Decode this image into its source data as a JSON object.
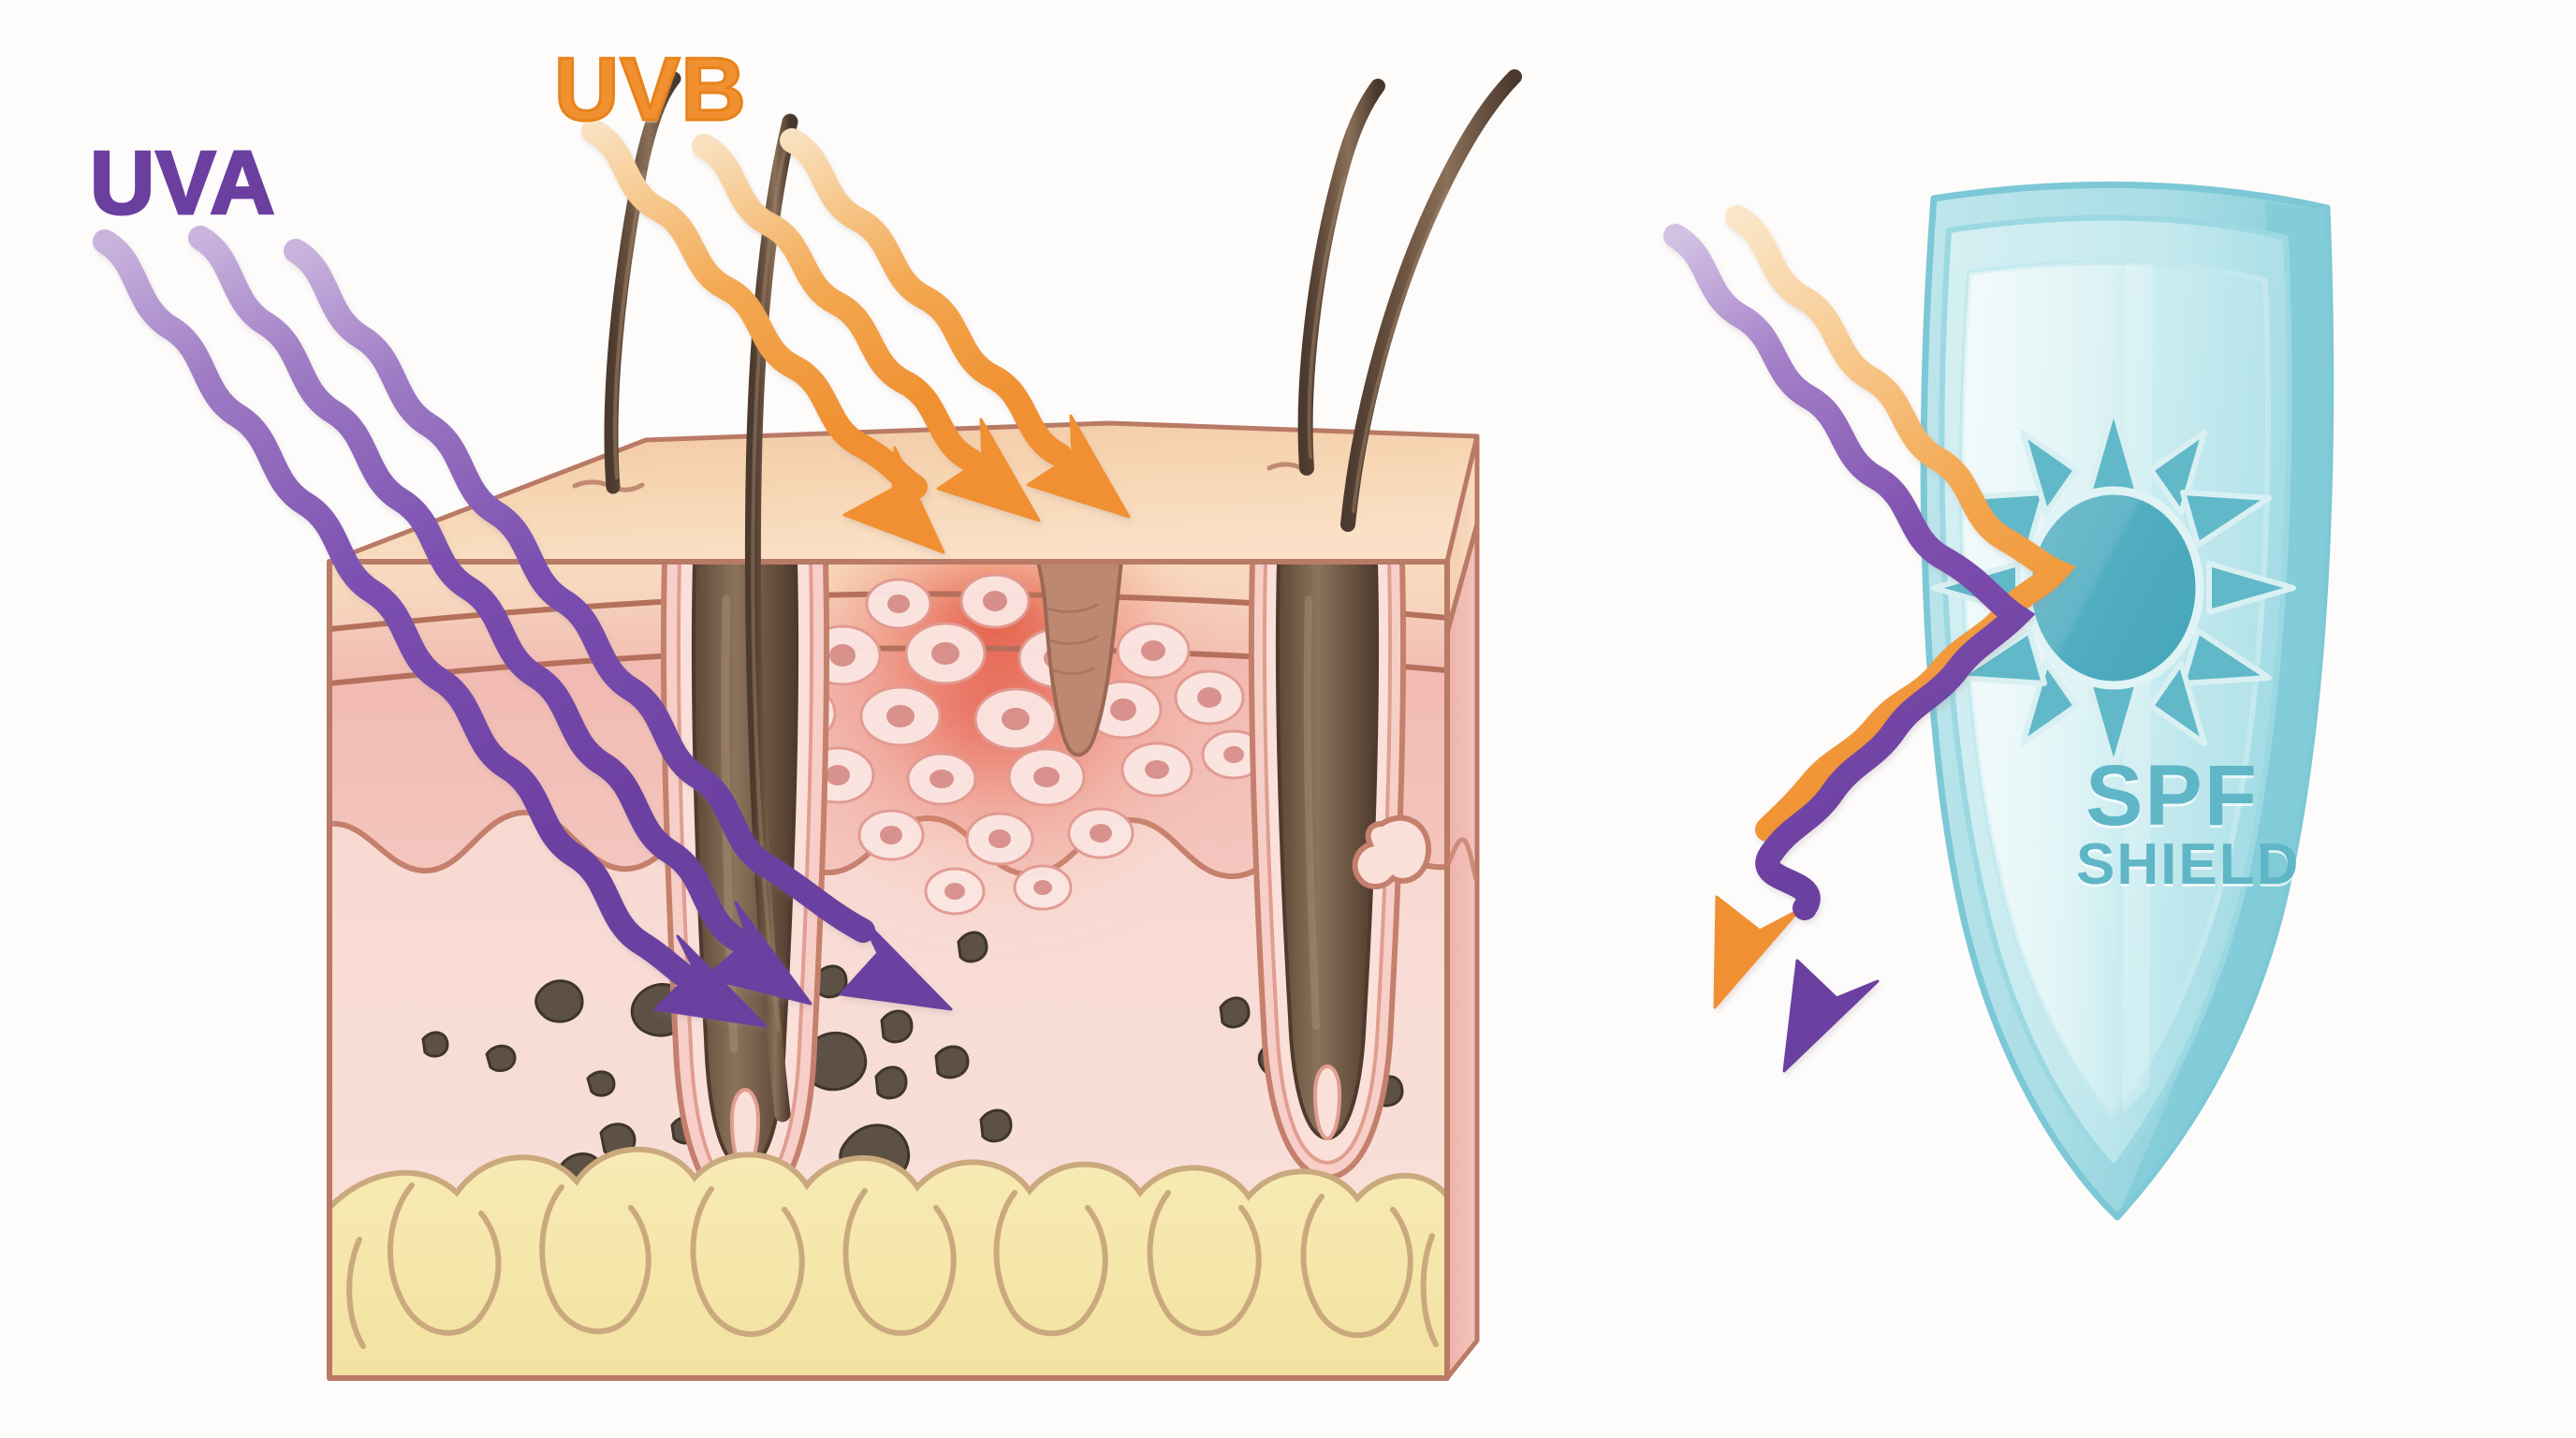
{
  "illustration": {
    "title": "UV radiation skin penetration and SPF protection",
    "background_color": "#fdfcfb"
  },
  "labels": {
    "uva": "UVA",
    "uvb": "UVB",
    "spf": "SPF",
    "shield": "SHIELD"
  },
  "colors": {
    "uva_purple": "#6B3FA0",
    "uva_purple_light": "#8A64BC",
    "uvb_orange": "#F09030",
    "uvb_orange_light": "#F6C489",
    "shield_teal": "#5FB6C6",
    "shield_fill_light": "#DCF0F2",
    "shield_fill_mid": "#B8E2E8",
    "shield_fill_dark": "#8ECFD9",
    "epidermis_top": "#F4C9A4",
    "epidermis": "#F7D9BE",
    "dermis": "#F0B6AE",
    "dermis_deep": "#F6D2CC",
    "hypodermis_fat": "#F5E6A8",
    "fat_outline": "#CBA97E",
    "skin_outline": "#B97A66",
    "hair_dark": "#4A372C",
    "hair_mid": "#7C6250",
    "melanin": "#5E5244",
    "lesion": "#B5816B",
    "inflammation": "#E8594A",
    "cell_fill": "#FBE3E0",
    "cell_nucleus": "#D98E8A"
  },
  "elements": {
    "skin_block": {
      "name": "skin cross-section block",
      "layers": [
        "epidermis",
        "dermis",
        "subcutaneous fat"
      ]
    },
    "uva_rays": {
      "count": 3,
      "color": "#6B3FA0",
      "description": "three purple wavy arrows penetrating deep into the dermis",
      "arrowheads": 3
    },
    "uvb_rays": {
      "count": 3,
      "color": "#F09030",
      "description": "three orange wavy arrows stopping at the epidermis surface",
      "arrowheads": 3
    },
    "deflected_rays": {
      "count": 2,
      "description": "one orange and one purple wavy arrow deflected off the SPF shield",
      "colors": [
        "#F09030",
        "#6B3FA0"
      ]
    },
    "lesion": {
      "name": "melanoma lesion",
      "description": "mushroom-shaped pigmented growth breaking through the epidermis"
    },
    "cancer_cells": {
      "count": 22,
      "description": "abnormal rounded cells with nuclei spreading beneath the lesion"
    },
    "melanin_spots": {
      "count": 24,
      "description": "dark irregular pigment clusters scattered through the dermis"
    },
    "hair_follicles": {
      "count": 2,
      "description": "hair shafts with follicle sheaths reaching into the fat layer"
    },
    "surface_hairs": {
      "count": 4,
      "description": "curved dark hairs emerging from the skin surface"
    },
    "sun_icon": {
      "name": "sun-icon",
      "rays": 12,
      "color": "#5FB6C6"
    },
    "shield": {
      "name": "SPF shield",
      "description": "translucent layered teal shield blocking UV rays"
    },
    "inflammation_glow": {
      "description": "red sunburn glow radiating where UVB strikes"
    }
  }
}
